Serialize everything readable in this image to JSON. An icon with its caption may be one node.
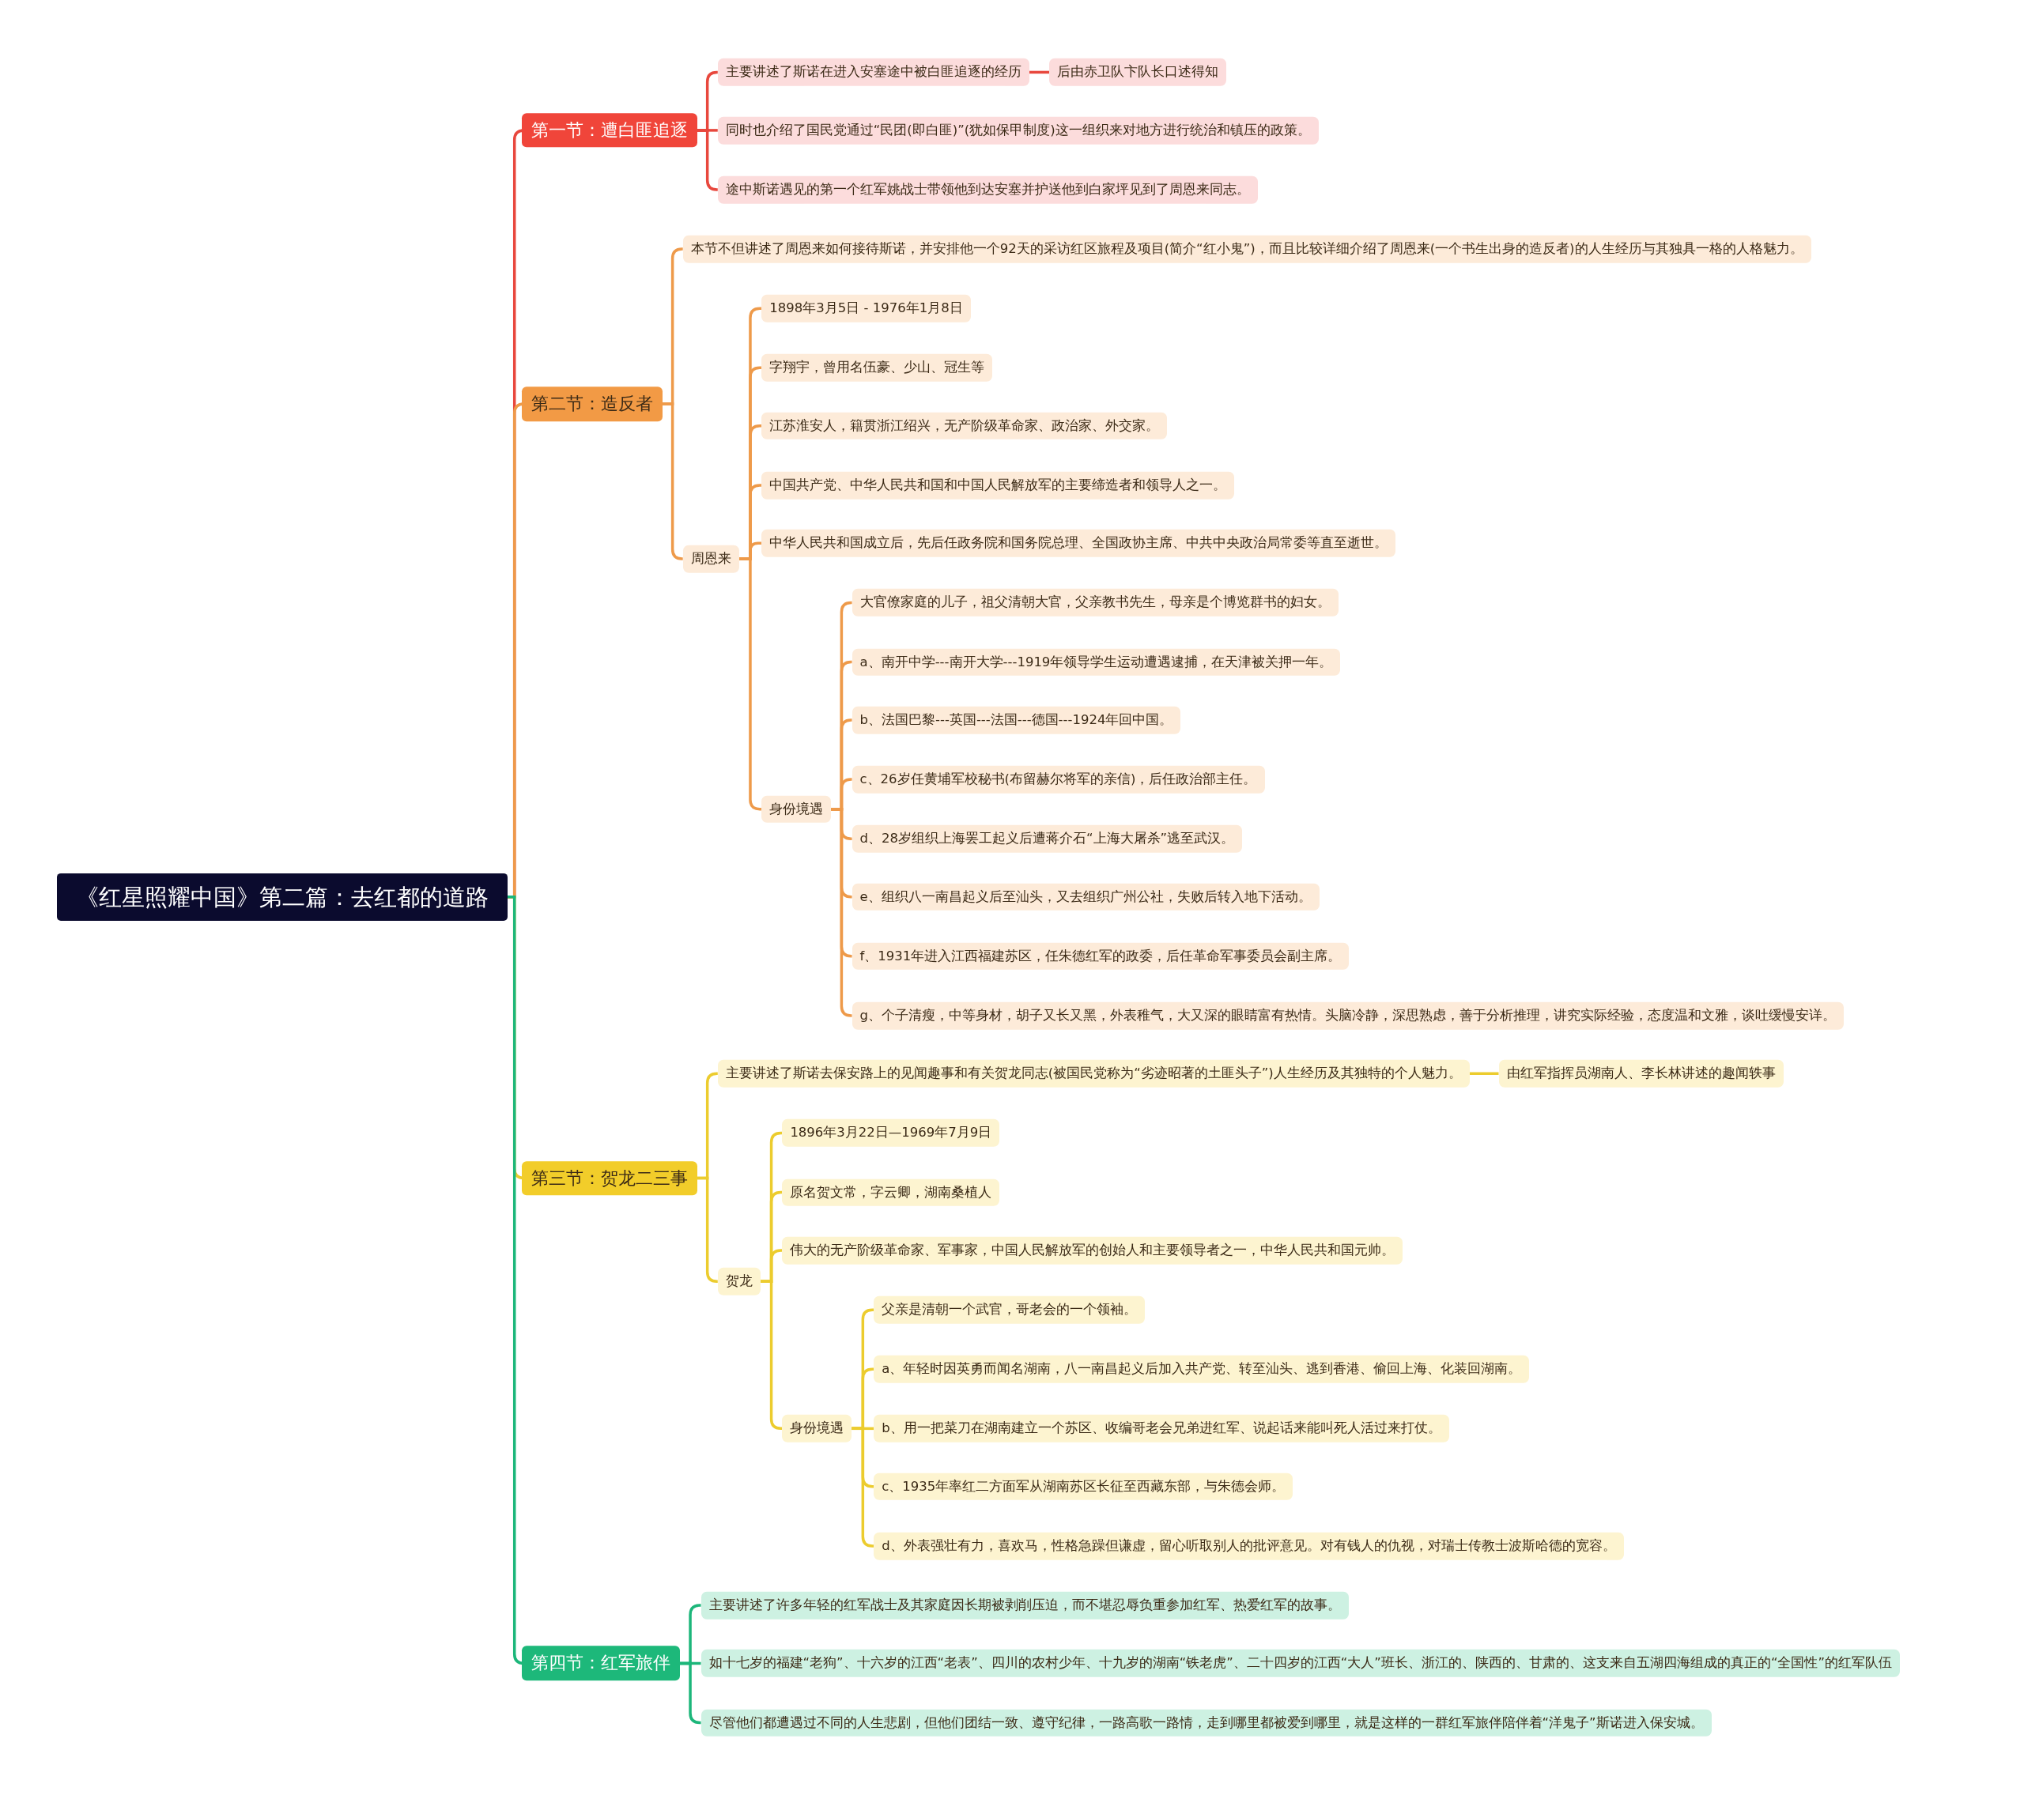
{
  "diagram": {
    "nodes": [
      {
        "text": [
          "《红星照耀中国》第二篇：去红都的道路"
        ]
      },
      {
        "text": [
          "第一节：遭白匪追逐"
        ]
      },
      {
        "text": [
          "主要讲述了斯诺在进入安塞途中被白匪追逐的经历"
        ]
      },
      {
        "text": [
          "后由赤卫队卞队长口述得知"
        ]
      },
      {
        "text": [
          "同时也介绍了国民党通过“民团(即白匪)”(犹如保甲制度)这一组织来对地方进行统治和镇压的政策。"
        ]
      },
      {
        "text": [
          "途中斯诺遇见的第一个红军姚战士带领他到达安塞并护送他到白家坪见到了周恩来同志。"
        ]
      },
      {
        "text": [
          "第二节：造反者"
        ]
      },
      {
        "text": [
          "本节不但讲述了周恩来如何接待斯诺，并安排他一个92天的采访红区旅程及项目(简介“红小鬼”)，而且比较详细介绍了周恩来(一个书生出身的造反者)的人生经历与其独具一格的人格魅力。"
        ]
      },
      {
        "text": [
          "周恩来"
        ]
      },
      {
        "text": [
          "1898年3月5日 - 1976年1月8日"
        ]
      },
      {
        "text": [
          "字翔宇，曾用名伍豪、少山、冠生等"
        ]
      },
      {
        "text": [
          "江苏淮安人，籍贯浙江绍兴，无产阶级革命家、政治家、外交家。"
        ]
      },
      {
        "text": [
          "中国共产党、中华人民共和国和中国人民解放军的主要缔造者和领导人之一。"
        ]
      },
      {
        "text": [
          "中华人民共和国成立后，先后任政务院和国务院总理、全国政协主席、中共中央政治局常委等直至逝世。"
        ]
      },
      {
        "text": [
          "身份境遇"
        ]
      },
      {
        "text": [
          "大官僚家庭的儿子，祖父清朝大官，父亲教书先生，母亲是个博览群书的妇女。"
        ]
      },
      {
        "text": [
          "a、南开中学---南开大学---1919年领导学生运动遭遇逮捕，在天津被关押一年。"
        ]
      },
      {
        "text": [
          "b、法国巴黎---英国---法国---德国---1924年回中国。"
        ]
      },
      {
        "text": [
          "c、26岁任黄埔军校秘书(布留赫尔将军的亲信)，后任政治部主任。"
        ]
      },
      {
        "text": [
          "d、28岁组织上海罢工起义后遭蒋介石“上海大屠杀”逃至武汉。"
        ]
      },
      {
        "text": [
          "e、组织八一南昌起义后至汕头，又去组织广州公社，失败后转入地下活动。"
        ]
      },
      {
        "text": [
          "f、1931年进入江西福建苏区，任朱德红军的政委，后任革命军事委员会副主席。"
        ]
      },
      {
        "text": [
          "g、个子清瘦，中等身材，胡子又长又黑，外表稚气，大又深的眼睛富有热情。头脑冷静，深思熟虑，善于分析推理，讲究实际经验，态度温和文雅，谈吐缓慢安详。"
        ]
      },
      {
        "text": [
          "第三节：贺龙二三事"
        ]
      },
      {
        "text": [
          "主要讲述了斯诺去保安路上的见闻趣事和有关贺龙同志(被国民党称为“劣迹昭著的土匪头子”)人生经历及其独特的个人魅力。"
        ]
      },
      {
        "text": [
          "由红军指挥员湖南人、李长林讲述的趣闻轶事"
        ]
      },
      {
        "text": [
          "贺龙"
        ]
      },
      {
        "text": [
          "1896年3月22日—1969年7月9日"
        ]
      },
      {
        "text": [
          "原名贺文常，字云卿，湖南桑植人"
        ]
      },
      {
        "text": [
          "伟大的无产阶级革命家、军事家，中国人民解放军的创始人和主要领导者之一，中华人民共和国元帅。"
        ]
      },
      {
        "text": [
          "身份境遇"
        ]
      },
      {
        "text": [
          "父亲是清朝一个武官，哥老会的一个领袖。"
        ]
      },
      {
        "text": [
          "a、年轻时因英勇而闻名湖南，八一南昌起义后加入共产党、转至汕头、逃到香港、偷回上海、化装回湖南。"
        ]
      },
      {
        "text": [
          "b、用一把菜刀在湖南建立一个苏区、收编哥老会兄弟进红军、说起话来能叫死人活过来打仗。"
        ]
      },
      {
        "text": [
          "c、1935年率红二方面军从湖南苏区长征至西藏东部，与朱德会师。"
        ]
      },
      {
        "text": [
          "d、外表强壮有力，喜欢马，性格急躁但谦虚，留心听取别人的批评意见。对有钱人的仇视，对瑞士传教士波斯哈德的宽容。"
        ]
      },
      {
        "text": [
          "第四节：红军旅伴"
        ]
      },
      {
        "text": [
          "主要讲述了许多年轻的红军战士及其家庭因长期被剥削压迫，而不堪忍辱负重参加红军、热爱红军的故事。"
        ]
      },
      {
        "text": [
          "如十七岁的福建“老狗”、十六岁的江西“老表”、四川的农村少年、十九岁的湖南“铁老虎”、二十四岁的江西“大人”班长、浙江的、陕西的、甘肃的、这支来自五湖四海组成的真正的“全国性”的红军队伍"
        ]
      },
      {
        "text": [
          "尽管他们都遭遇过不同的人生悲剧，但他们团结一致、遵守纪律，一路高歌一路情，走到哪里都被爱到哪里，就是这样的一群红军旅伴陪伴着“洋鬼子”斯诺进入保安城。"
        ]
      }
    ],
    "edges": [
      {
        "from": 0,
        "to": 1,
        "arrow": "none",
        "color": "#e8473d"
      },
      {
        "from": 1,
        "to": 2,
        "arrow": "none",
        "color": "#e8473d"
      },
      {
        "from": 2,
        "to": 3,
        "arrow": "none",
        "color": "#e8473d"
      },
      {
        "from": 1,
        "to": 4,
        "arrow": "none",
        "color": "#e8473d"
      },
      {
        "from": 1,
        "to": 5,
        "arrow": "none",
        "color": "#e8473d"
      },
      {
        "from": 0,
        "to": 6,
        "arrow": "none",
        "color": "#ee9a4a"
      },
      {
        "from": 6,
        "to": 7,
        "arrow": "none",
        "color": "#ee9a4a"
      },
      {
        "from": 6,
        "to": 8,
        "arrow": "none",
        "color": "#ee9a4a"
      },
      {
        "from": 8,
        "to": 9,
        "arrow": "none",
        "color": "#ee9a4a"
      },
      {
        "from": 8,
        "to": 10,
        "arrow": "none",
        "color": "#ee9a4a"
      },
      {
        "from": 8,
        "to": 11,
        "arrow": "none",
        "color": "#ee9a4a"
      },
      {
        "from": 8,
        "to": 12,
        "arrow": "none",
        "color": "#ee9a4a"
      },
      {
        "from": 8,
        "to": 13,
        "arrow": "none",
        "color": "#ee9a4a"
      },
      {
        "from": 8,
        "to": 14,
        "arrow": "none",
        "color": "#ee9a4a"
      },
      {
        "from": 14,
        "to": 15,
        "arrow": "none",
        "color": "#ee9a4a"
      },
      {
        "from": 14,
        "to": 16,
        "arrow": "none",
        "color": "#ee9a4a"
      },
      {
        "from": 14,
        "to": 17,
        "arrow": "none",
        "color": "#ee9a4a"
      },
      {
        "from": 14,
        "to": 18,
        "arrow": "none",
        "color": "#ee9a4a"
      },
      {
        "from": 14,
        "to": 19,
        "arrow": "none",
        "color": "#ee9a4a"
      },
      {
        "from": 14,
        "to": 20,
        "arrow": "none",
        "color": "#ee9a4a"
      },
      {
        "from": 14,
        "to": 21,
        "arrow": "none",
        "color": "#ee9a4a"
      },
      {
        "from": 14,
        "to": 22,
        "arrow": "none",
        "color": "#ee9a4a"
      },
      {
        "from": 0,
        "to": 23,
        "arrow": "none",
        "color": "#eccc2e"
      },
      {
        "from": 23,
        "to": 24,
        "arrow": "none",
        "color": "#eccc2e"
      },
      {
        "from": 24,
        "to": 25,
        "arrow": "none",
        "color": "#eccc2e"
      },
      {
        "from": 23,
        "to": 26,
        "arrow": "none",
        "color": "#eccc2e"
      },
      {
        "from": 26,
        "to": 27,
        "arrow": "none",
        "color": "#eccc2e"
      },
      {
        "from": 26,
        "to": 28,
        "arrow": "none",
        "color": "#eccc2e"
      },
      {
        "from": 26,
        "to": 29,
        "arrow": "none",
        "color": "#eccc2e"
      },
      {
        "from": 26,
        "to": 30,
        "arrow": "none",
        "color": "#eccc2e"
      },
      {
        "from": 30,
        "to": 31,
        "arrow": "none",
        "color": "#eccc2e"
      },
      {
        "from": 30,
        "to": 32,
        "arrow": "none",
        "color": "#eccc2e"
      },
      {
        "from": 30,
        "to": 33,
        "arrow": "none",
        "color": "#eccc2e"
      },
      {
        "from": 30,
        "to": 34,
        "arrow": "none",
        "color": "#eccc2e"
      },
      {
        "from": 30,
        "to": 35,
        "arrow": "none",
        "color": "#eccc2e"
      },
      {
        "from": 0,
        "to": 36,
        "arrow": "none",
        "color": "#1cb67a"
      },
      {
        "from": 36,
        "to": 37,
        "arrow": "none",
        "color": "#1cb67a"
      },
      {
        "from": 36,
        "to": 38,
        "arrow": "none",
        "color": "#1cb67a"
      },
      {
        "from": 36,
        "to": 39,
        "arrow": "none",
        "color": "#1cb67a"
      }
    ]
  }
}
